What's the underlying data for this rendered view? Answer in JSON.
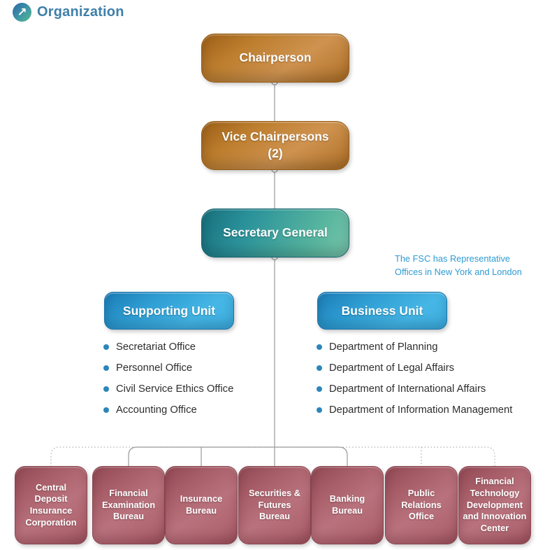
{
  "header": {
    "title": "Organization",
    "icon": "arrow-up-right-circle"
  },
  "hierarchy": {
    "chairperson": "Chairperson",
    "vice_chairpersons": "Vice Chairpersons\n(2)",
    "secretary_general": "Secretary General"
  },
  "note": "The FSC has Representative\nOffices in New York and London",
  "supporting_unit": {
    "title": "Supporting Unit",
    "items": [
      "Secretariat Office",
      "Personnel Office",
      "Civil Service Ethics Office",
      "Accounting Office"
    ]
  },
  "business_unit": {
    "title": "Business Unit",
    "items": [
      "Department of Planning",
      "Department of Legal Affairs",
      "Department of International Affairs",
      "Department of Information Management"
    ]
  },
  "bottom_row": [
    {
      "label": "Central Deposit Insurance Corporation",
      "connector": "dotted"
    },
    {
      "label": "Financial Examination Bureau",
      "connector": "solid"
    },
    {
      "label": "Insurance Bureau",
      "connector": "solid"
    },
    {
      "label": "Securities & Futures Bureau",
      "connector": "solid"
    },
    {
      "label": "Banking Bureau",
      "connector": "solid"
    },
    {
      "label": "Public Relations Office",
      "connector": "dotted"
    },
    {
      "label": "Financial Technology Development and Innovation Center",
      "connector": "dotted"
    }
  ],
  "colors": {
    "title_blue": "#3e7fa9",
    "note_blue": "#2e9ad2",
    "bullet_blue": "#2c86ba",
    "orange_box": "#c0802f",
    "teal_box": "#2f9b94",
    "blue_box": "#35a5db",
    "rose_box": "#b06b76",
    "line_gray": "#9a9a9a"
  }
}
